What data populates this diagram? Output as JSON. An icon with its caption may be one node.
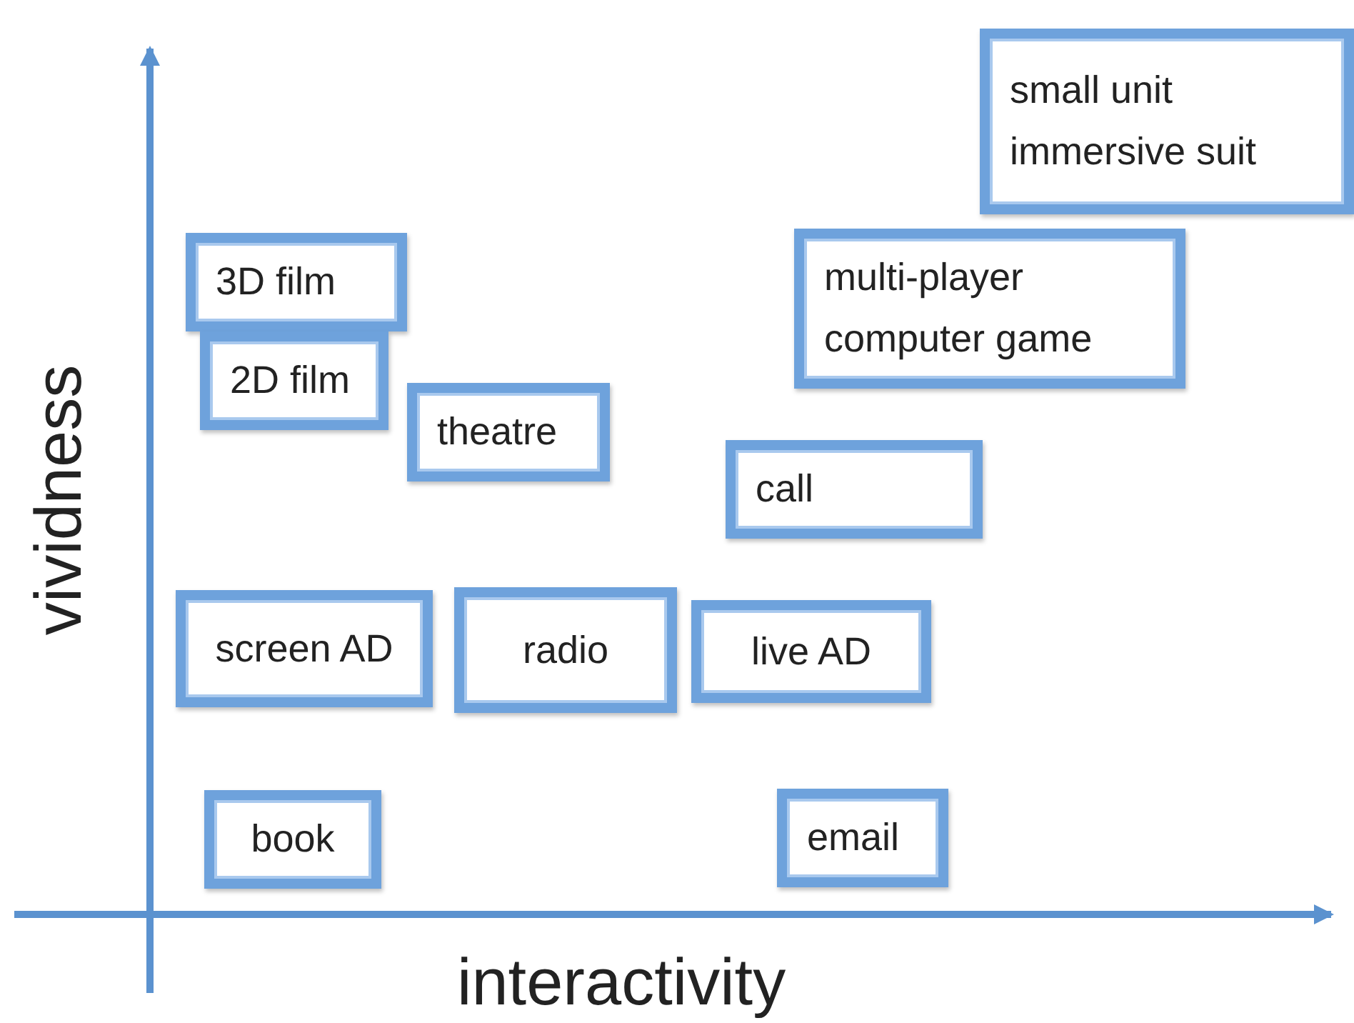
{
  "diagram": {
    "nodes": [
      {
        "text": [
          "small unit immersive suit"
        ]
      },
      {
        "text": [
          "3D film"
        ]
      },
      {
        "text": [
          "multi-player computer game"
        ]
      },
      {
        "text": [
          "2D film"
        ]
      },
      {
        "text": [
          "theatre"
        ]
      },
      {
        "text": [
          "call"
        ]
      },
      {
        "text": [
          "screen AD"
        ]
      },
      {
        "text": [
          "radio"
        ]
      },
      {
        "text": [
          "live AD"
        ]
      },
      {
        "text": [
          "book"
        ]
      },
      {
        "text": [
          "email"
        ]
      }
    ],
    "edges": [],
    "labels": [
      "vividness",
      "interactivity"
    ]
  }
}
